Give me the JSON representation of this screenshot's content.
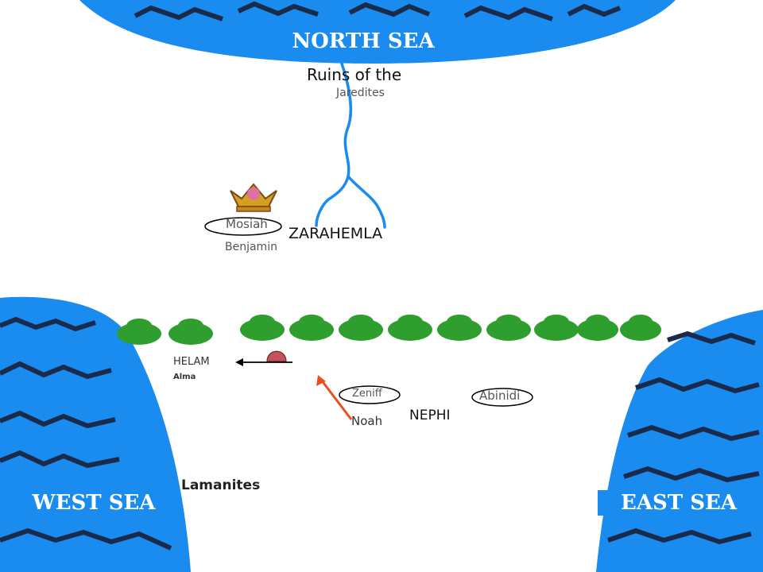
{
  "seas": {
    "north": "NORTH SEA",
    "west": "WEST SEA",
    "east": "EAST SEA"
  },
  "places": {
    "ruins_line1": "Ruins of the",
    "ruins_line2": "Jaredites",
    "zarahemla": "ZARAHEMLA",
    "mosiah": "Mosiah",
    "benjamin": "Benjamin",
    "helam": "HELAM",
    "alma": "Alma",
    "zeniff": "Zeniff",
    "noah": "Noah",
    "nephi": "NEPHI",
    "abinidi": "Abinidi",
    "lamanites": "Lamanites"
  },
  "colors": {
    "sea": "#1a8cf0",
    "wave": "#1a2a4a",
    "banner": "#1a8cf0",
    "forest": "#2e9e2e",
    "river": "#1a8cf0",
    "arrow_orange": "#e8501e",
    "arrow_black": "#000000",
    "dome": "#c8505a"
  },
  "icons": {
    "crown": "crown-icon",
    "forest": "forest-icon"
  }
}
